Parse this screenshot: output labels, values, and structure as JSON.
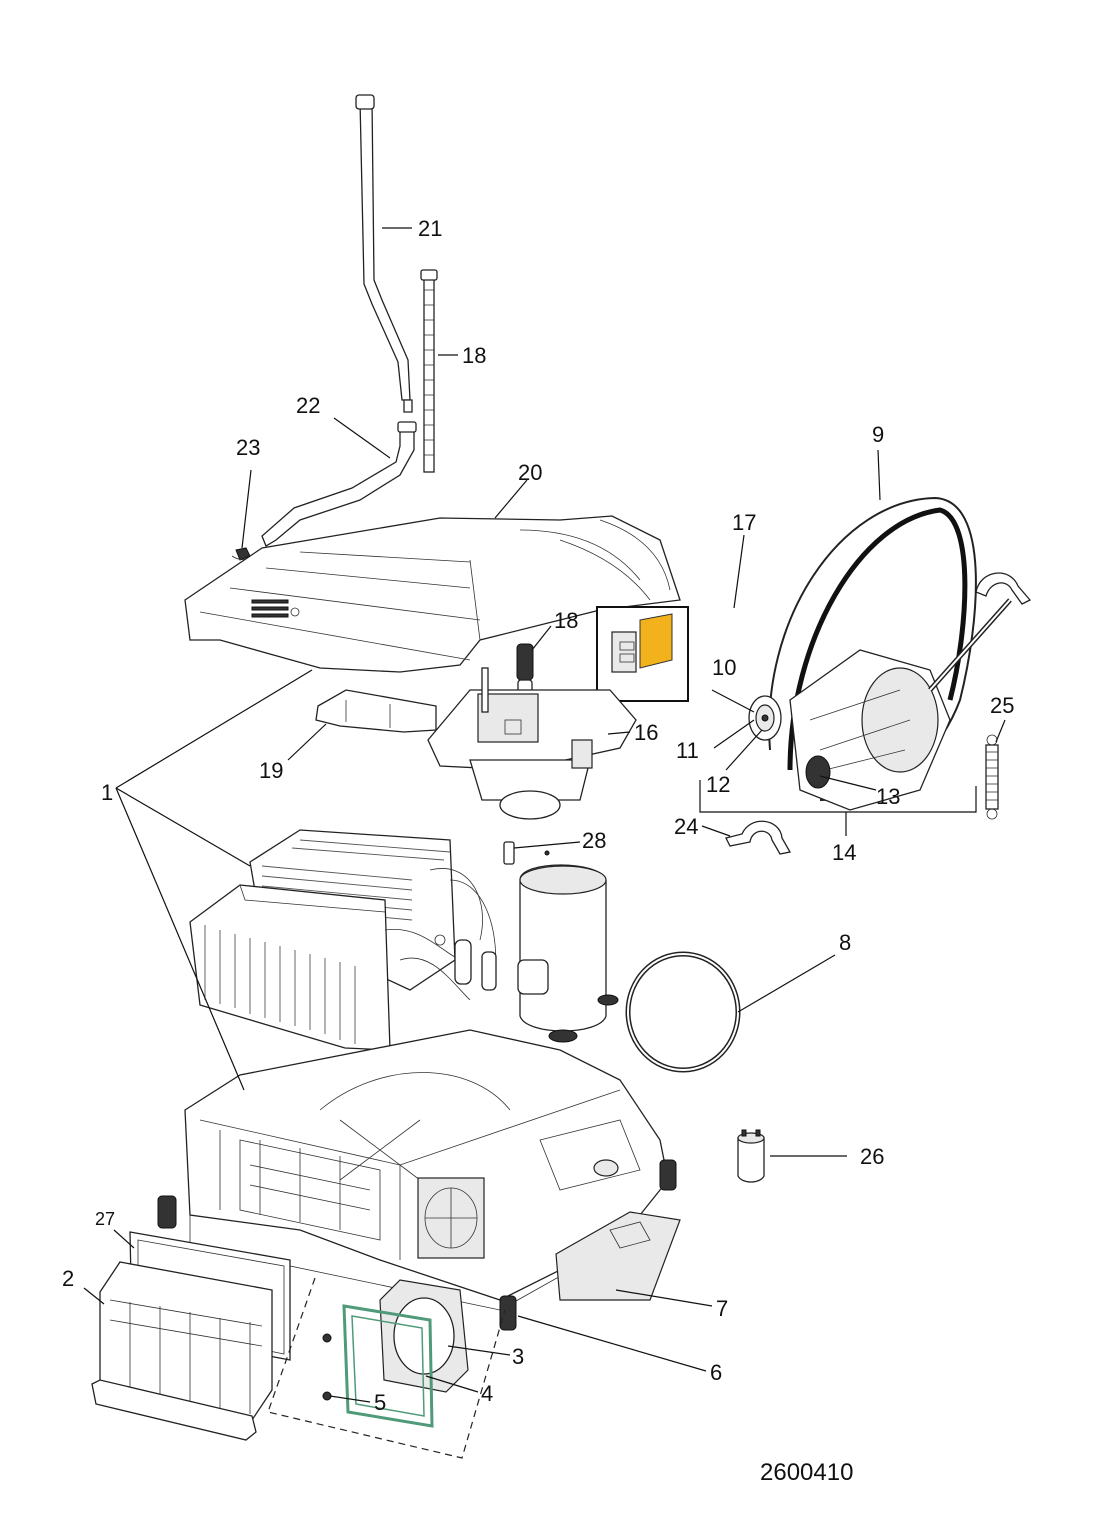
{
  "diagram": {
    "callouts": {
      "c1": "1",
      "c2": "2",
      "c3": "3",
      "c4": "4",
      "c5": "5",
      "c6": "6",
      "c7": "7",
      "c8": "8",
      "c9": "9",
      "c10": "10",
      "c11": "11",
      "c12": "12",
      "c13": "13",
      "c14": "14",
      "c16": "16",
      "c17": "17",
      "c18a": "18",
      "c18b": "18",
      "c19": "19",
      "c20": "20",
      "c21": "21",
      "c22": "22",
      "c23": "23",
      "c24": "24",
      "c25": "25",
      "c26": "26",
      "c27": "27",
      "c28": "28"
    },
    "document_number": "2600410",
    "highlight_color": "#f2b21b",
    "accent_green": "#4f9a78"
  }
}
